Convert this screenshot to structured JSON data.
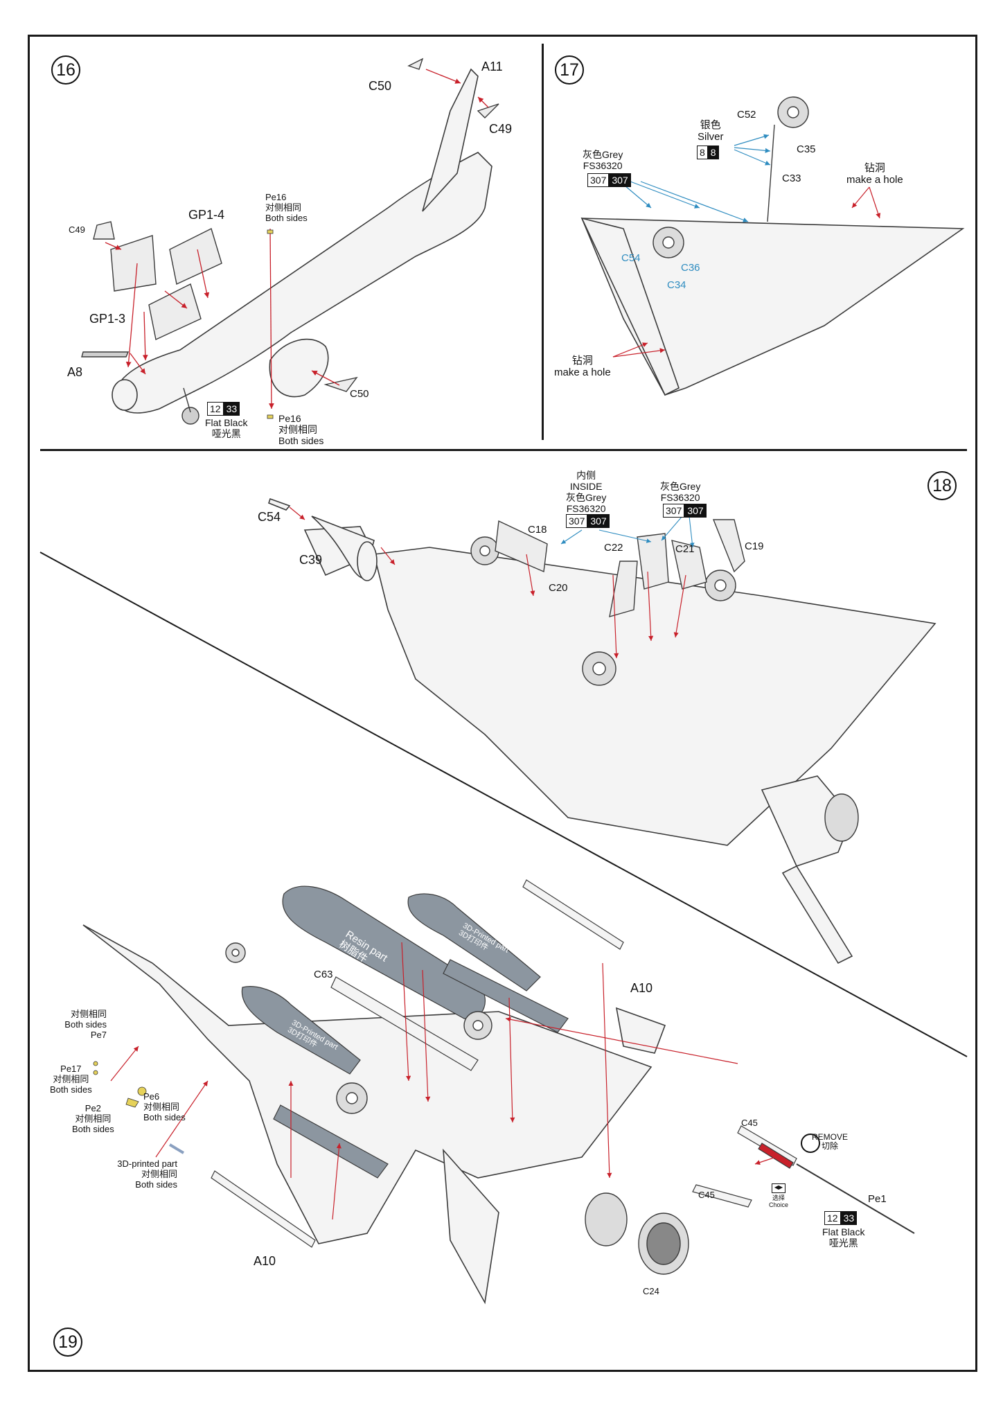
{
  "steps": [
    "16",
    "17",
    "18",
    "19"
  ],
  "panel16": {
    "c50_top": "C50",
    "a11": "A11",
    "c49_right": "C49",
    "c49_left": "C49",
    "gp1_4": "GP1-4",
    "gp1_3": "GP1-3",
    "a8": "A8",
    "pe16_top": [
      "Pe16",
      "对侧相同",
      "Both sides"
    ],
    "pe16_bottom": [
      "Pe16",
      "对侧相同",
      "Both  sides"
    ],
    "c50_bottom": "C50",
    "paint": {
      "code_a": "12",
      "code_b": "33",
      "name_en": "Flat Black",
      "name_cn": "哑光黑"
    }
  },
  "panel17": {
    "c52": "C52",
    "c35": "C35",
    "c33": "C33",
    "silver": {
      "cn": "银色",
      "en": "Silver",
      "code_a": "8",
      "code_b": "8"
    },
    "grey": {
      "cn_en": "灰色Grey",
      "fs": "FS36320",
      "code_a": "307",
      "code_b": "307"
    },
    "hole_top": {
      "cn": "钻洞",
      "en": "make a hole"
    },
    "hole_bottom": {
      "cn": "钻洞",
      "en": "make a hole"
    },
    "blue_parts": [
      "C54",
      "C36",
      "C34"
    ]
  },
  "panel18": {
    "c54": "C54",
    "c39": "C39",
    "c18": "C18",
    "c22": "C22",
    "c21": "C21",
    "c19": "C19",
    "c20": "C20",
    "inside": {
      "cn": "内侧",
      "en": "INSIDE",
      "cn_en": "灰色Grey",
      "fs": "FS36320",
      "code_a": "307",
      "code_b": "307"
    },
    "grey": {
      "cn_en": "灰色Grey",
      "fs": "FS36320",
      "code_a": "307",
      "code_b": "307"
    }
  },
  "panel19": {
    "c63": "C63",
    "a10_top": "A10",
    "a10_bottom": "A10",
    "c24": "C24",
    "c45_top": "C45",
    "c45_bottom": "C45",
    "pe1": "Pe1",
    "remove": {
      "en": "REMOVE",
      "cn": "切除"
    },
    "choice": {
      "cn": "选择",
      "en": "Choice"
    },
    "resin": {
      "en": "Resin part",
      "cn": "树脂件"
    },
    "printed_label": {
      "en": "3D-Printed part",
      "cn": "3D打印件"
    },
    "pe7": [
      "对侧相同",
      "Both sides",
      "Pe7"
    ],
    "pe17": [
      "Pe17",
      "对侧相同",
      "Both sides"
    ],
    "pe6": [
      "Pe6",
      "对侧相同",
      "Both sides"
    ],
    "pe2": [
      "Pe2",
      "对侧相同",
      "Both sides"
    ],
    "printed_side": [
      "3D-printed part",
      "对侧相同",
      "Both sides"
    ],
    "paint": {
      "code_a": "12",
      "code_b": "33",
      "name_en": "Flat Black",
      "name_cn": "哑光黑"
    }
  },
  "colors": {
    "line": "#3a3a3a",
    "accent_red": "#c8202a",
    "accent_blue": "#2e8cc0",
    "part_grey": "#8c96a0",
    "tint": "#eeeeee"
  }
}
